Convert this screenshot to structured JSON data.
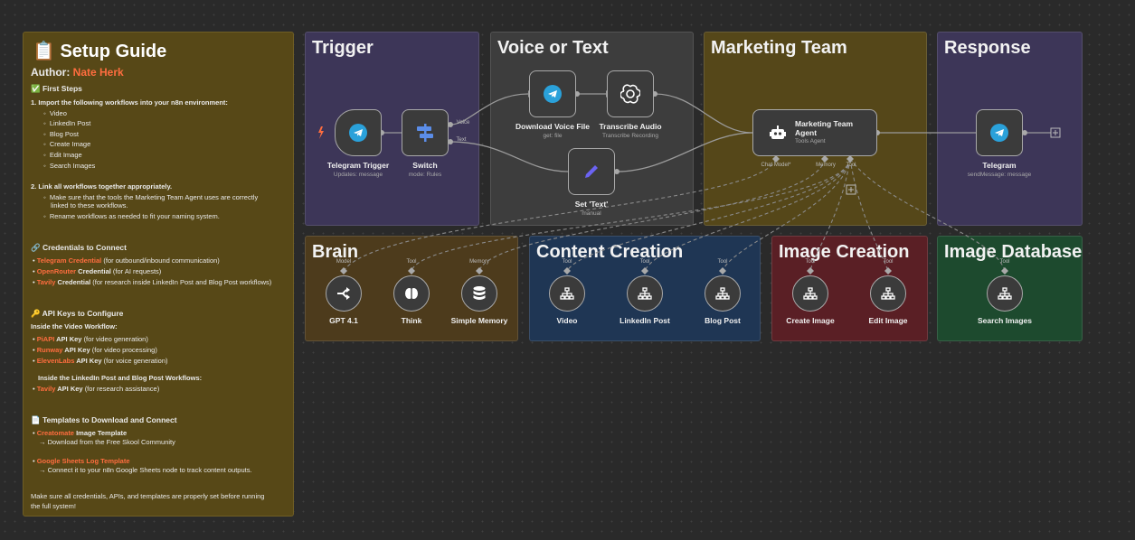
{
  "guide": {
    "title": "📋 Setup Guide",
    "author_label": "Author: ",
    "author_name": "Nate Herk",
    "first_steps": "✅ First Steps",
    "step1": "1. Import the following workflows into your n8n environment:",
    "workflows": [
      "Video",
      "LinkedIn Post",
      "Blog Post",
      "Create Image",
      "Edit Image",
      "Search Images"
    ],
    "step2": "2. Link all workflows together appropriately.",
    "step2_a": "Make sure that the tools the Marketing Team Agent uses are correctly",
    "step2_b": "linked to these workflows.",
    "step2_c": "Rename workflows as needed to fit your naming system.",
    "cred_head": "🔗 Credentials to Connect",
    "creds": [
      {
        "name": "Telegram Credential",
        "rest": "(for outbound/inbound communication)"
      },
      {
        "name": "OpenRouter",
        "bold": " Credential",
        "rest": "(for AI requests)"
      },
      {
        "name": "Tavily",
        "bold": " Credential",
        "rest": "(for research inside LinkedIn Post and Blog Post workflows)"
      }
    ],
    "api_head": "🔑 API Keys to Configure",
    "api_inside_video": "Inside the Video Workflow:",
    "apis": [
      {
        "name": "PiAPI",
        "bold": " API Key",
        "rest": "(for video generation)"
      },
      {
        "name": "Runway",
        "bold": " API Key",
        "rest": "(for video processing)"
      },
      {
        "name": "ElevenLabs",
        "bold": " API Key",
        "rest": "(for voice generation)"
      }
    ],
    "api_inside_posts": "Inside the LinkedIn Post and Blog Post Workflows:",
    "api_tavily": {
      "name": "Tavily",
      "bold": " API Key",
      "rest": "(for research assistance)"
    },
    "tmpl_head": "📄 Templates to Download and Connect",
    "tmpl1_name": "Creatomate",
    "tmpl1_bold": " Image Template",
    "tmpl1_sub": "→ Download from the Free Skool Community",
    "tmpl2_name": "Google Sheets Log Template",
    "tmpl2_sub": "→ Connect it to your n8n Google Sheets node to track content outputs.",
    "footer1": "Make sure all credentials, APIs, and templates are properly set before running",
    "footer2": "the full system!"
  },
  "groups": {
    "trigger": "Trigger",
    "voice": "Voice or Text",
    "marketing": "Marketing Team",
    "response": "Response",
    "brain": "Brain",
    "content": "Content Creation",
    "imgcreate": "Image Creation",
    "imgdb": "Image Database"
  },
  "nodes": {
    "telegram_trigger": {
      "label": "Telegram Trigger",
      "sub": "Updates: message"
    },
    "switch": {
      "label": "Switch",
      "sub": "mode: Rules",
      "out1": "Voice",
      "out2": "Text"
    },
    "download": {
      "label": "Download Voice File",
      "sub": "get: file"
    },
    "transcribe": {
      "label": "Transcribe Audio",
      "sub": "Transcribe Recording"
    },
    "settext": {
      "label": "Set 'Text'",
      "sub": "manual"
    },
    "agent": {
      "label1": "Marketing Team",
      "label2": "Agent",
      "sub": "Tools Agent",
      "port1": "Chat Model*",
      "port2": "Memory",
      "port3": "Tool"
    },
    "telegram": {
      "label": "Telegram",
      "sub": "sendMessage: message"
    },
    "gpt": {
      "label": "GPT 4.1",
      "port": "Model"
    },
    "think": {
      "label": "Think",
      "port": "Tool"
    },
    "memory": {
      "label": "Simple Memory",
      "port": "Memory"
    },
    "video": {
      "label": "Video",
      "port": "Tool"
    },
    "linkedin": {
      "label": "LinkedIn Post",
      "port": "Tool"
    },
    "blog": {
      "label": "Blog Post",
      "port": "Tool"
    },
    "createimg": {
      "label": "Create Image",
      "port": "Tool"
    },
    "editimg": {
      "label": "Edit Image",
      "port": "Tool"
    },
    "searchimg": {
      "label": "Search Images",
      "port": "Tool"
    }
  },
  "colors": {
    "accent": "#ff6d3f",
    "telegram": "#2aa1da",
    "switch": "#5b8de8",
    "set": "#6b63f2"
  }
}
